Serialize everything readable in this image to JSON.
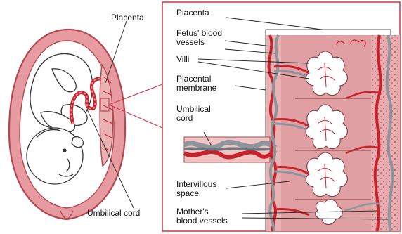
{
  "labels": {
    "left_placenta": "Placenta",
    "left_umbilical_cord": "Umbilical cord",
    "placenta": "Placenta",
    "fetus_blood_vessels": "Fetus' blood\nvessels",
    "villi": "Villi",
    "placental_membrane": "Placental\nmembrane",
    "umbilical_cord": "Umbilical\ncord",
    "intervillous_space": "Intervillous\nspace",
    "mothers_blood_vessels": "Mother's\nblood vessels"
  },
  "colors": {
    "uterus_wall": "#e79a9f",
    "uterus_outline": "#b24852",
    "fetus_outline": "#333333",
    "placenta_tissue": "#e9b3b4",
    "maternal_space": "#d98f96",
    "artery": "#c8232c",
    "vein": "#8d949c",
    "inset_border": "#c43c44",
    "background": "#ffffff"
  }
}
